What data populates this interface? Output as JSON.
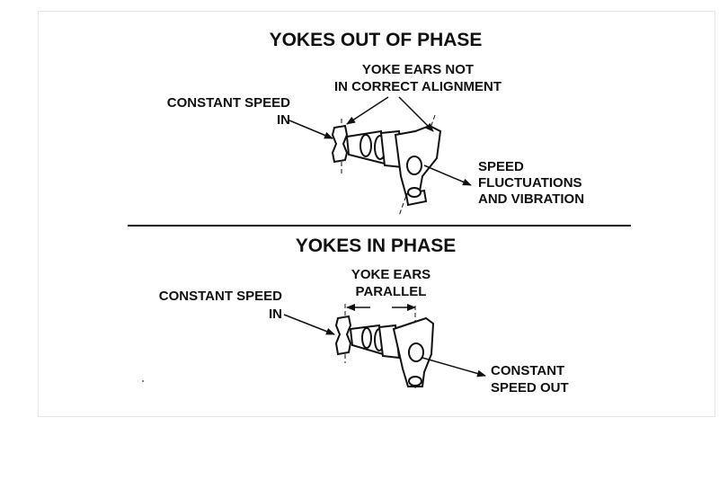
{
  "top": {
    "title": "YOKES OUT OF PHASE",
    "yoke_ears_label": [
      "YOKE EARS NOT",
      "IN CORRECT ALIGNMENT"
    ],
    "input_label": [
      "CONSTANT SPEED",
      "IN"
    ],
    "output_label": [
      "SPEED",
      "FLUCTUATIONS",
      "AND VIBRATION"
    ]
  },
  "bottom": {
    "title": "YOKES IN PHASE",
    "yoke_ears_label": [
      "YOKE EARS",
      "PARALLEL"
    ],
    "input_label": [
      "CONSTANT SPEED",
      "IN"
    ],
    "output_label": [
      "CONSTANT",
      "SPEED OUT"
    ]
  }
}
